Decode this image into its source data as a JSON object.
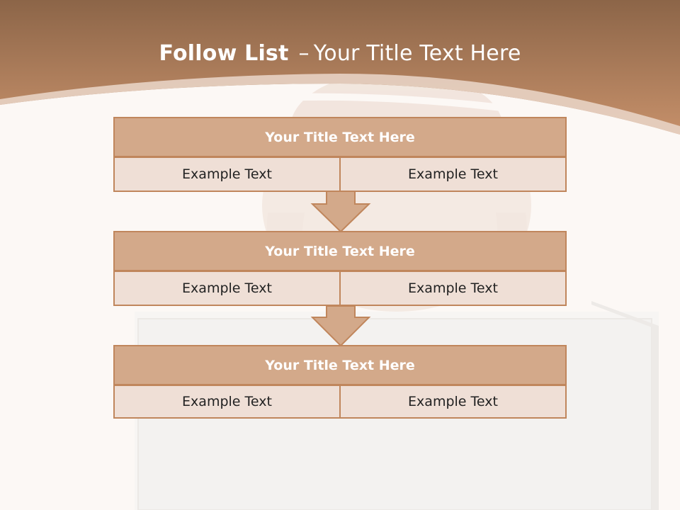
{
  "slide": {
    "title_bold": "Follow List",
    "title_dash": "–",
    "title_rest": "Your Title Text Here"
  },
  "colors": {
    "banner_top": "#8c6548",
    "banner_bottom": "#c6906a",
    "header_fill": "#d3a98a",
    "cell_fill": "#efdfd6",
    "border": "#c0865c"
  },
  "steps": [
    {
      "title": "Your Title Text Here",
      "left": "Example Text",
      "right": "Example Text"
    },
    {
      "title": "Your Title Text Here",
      "left": "Example Text",
      "right": "Example Text"
    },
    {
      "title": "Your Title Text Here",
      "left": "Example Text",
      "right": "Example Text"
    }
  ]
}
